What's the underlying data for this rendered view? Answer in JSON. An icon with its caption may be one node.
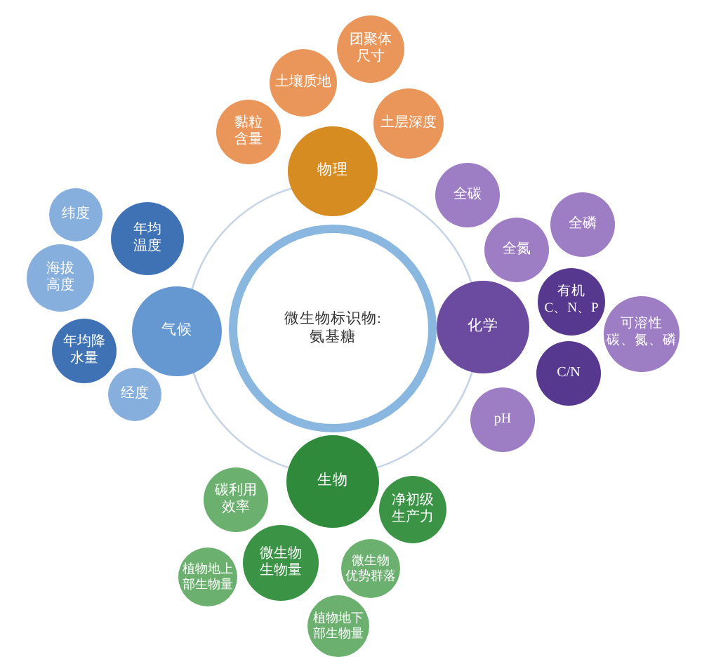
{
  "diagram": {
    "nodes": [
      {
        "text": [
          "微生物标识物:氨基糖"
        ]
      },
      {
        "text": [
          "物理"
        ]
      },
      {
        "text": [
          "黏粒含量"
        ]
      },
      {
        "text": [
          "土壤质地"
        ]
      },
      {
        "text": [
          "团聚体尺寸"
        ]
      },
      {
        "text": [
          "土层深度"
        ]
      },
      {
        "text": [
          "气候"
        ]
      },
      {
        "text": [
          "纬度"
        ]
      },
      {
        "text": [
          "年均温度"
        ]
      },
      {
        "text": [
          "海拔高度"
        ]
      },
      {
        "text": [
          "年均降水量"
        ]
      },
      {
        "text": [
          "经度"
        ]
      },
      {
        "text": [
          "化学"
        ]
      },
      {
        "text": [
          "全碳"
        ]
      },
      {
        "text": [
          "全磷"
        ]
      },
      {
        "text": [
          "全氮"
        ]
      },
      {
        "text": [
          "有机C、N、P"
        ]
      },
      {
        "text": [
          "可溶性碳、氮、磷"
        ]
      },
      {
        "text": [
          "C/N"
        ]
      },
      {
        "text": [
          "pH"
        ]
      },
      {
        "text": [
          "生物"
        ]
      },
      {
        "text": [
          "碳利用效率"
        ]
      },
      {
        "text": [
          "净初级生产力"
        ]
      },
      {
        "text": [
          "微生物生物量"
        ]
      },
      {
        "text": [
          "微生物优势群落"
        ]
      },
      {
        "text": [
          "植物地上部生物量"
        ]
      },
      {
        "text": [
          "植物地下部生物量"
        ]
      }
    ]
  }
}
